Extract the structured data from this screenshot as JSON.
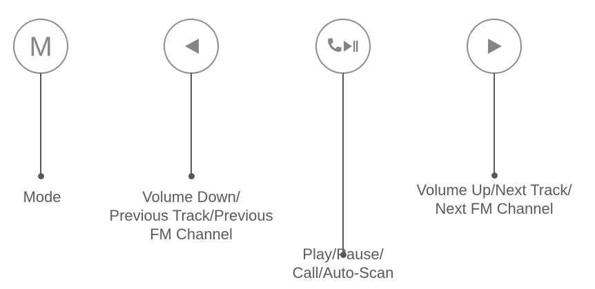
{
  "buttons": [
    {
      "id": "mode",
      "glyph": "M",
      "icon": "letter-m-icon",
      "label_lines": [
        "Mode"
      ]
    },
    {
      "id": "prev",
      "icon": "triangle-left-icon",
      "label_lines": [
        "Volume Down/",
        "Previous Track/Previous",
        "FM Channel"
      ]
    },
    {
      "id": "play",
      "icon": "phone-play-pause-icon",
      "label_lines": [
        "Play/Pause/",
        "Call/Auto-Scan"
      ]
    },
    {
      "id": "next",
      "icon": "triangle-right-icon",
      "label_lines": [
        "Volume Up/Next Track/",
        "Next FM Channel"
      ]
    }
  ],
  "colors": {
    "circle_stroke": "#8a8a8a",
    "icon_fill": "#858585",
    "leader_line": "#585858",
    "label_text": "#5a5a5a",
    "background": "#ffffff"
  }
}
